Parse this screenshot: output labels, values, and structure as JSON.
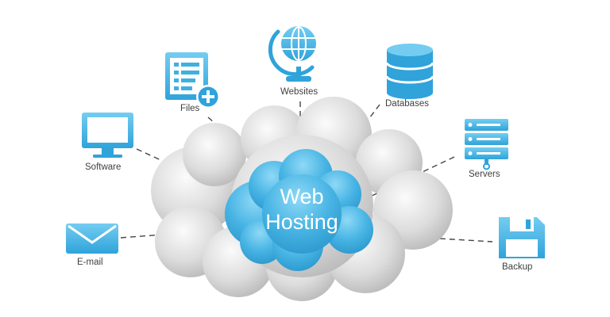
{
  "center": {
    "line1": "Web",
    "line2": "Hosting"
  },
  "nodes": [
    {
      "id": "software",
      "label": "Software",
      "icon": "monitor-icon"
    },
    {
      "id": "files",
      "label": "Files",
      "icon": "file-add-icon"
    },
    {
      "id": "websites",
      "label": "Websites",
      "icon": "globe-icon"
    },
    {
      "id": "databases",
      "label": "Databases",
      "icon": "database-icon"
    },
    {
      "id": "servers",
      "label": "Servers",
      "icon": "server-rack-icon"
    },
    {
      "id": "email",
      "label": "E-mail",
      "icon": "envelope-icon"
    },
    {
      "id": "backup",
      "label": "Backup",
      "icon": "floppy-disk-icon"
    }
  ],
  "colors": {
    "accent": "#3fb0e2",
    "accent_light": "#8dd6f4",
    "cloud_gray": "#d4d4d4",
    "connector": "#444444",
    "label_text": "#3f3f3f"
  }
}
